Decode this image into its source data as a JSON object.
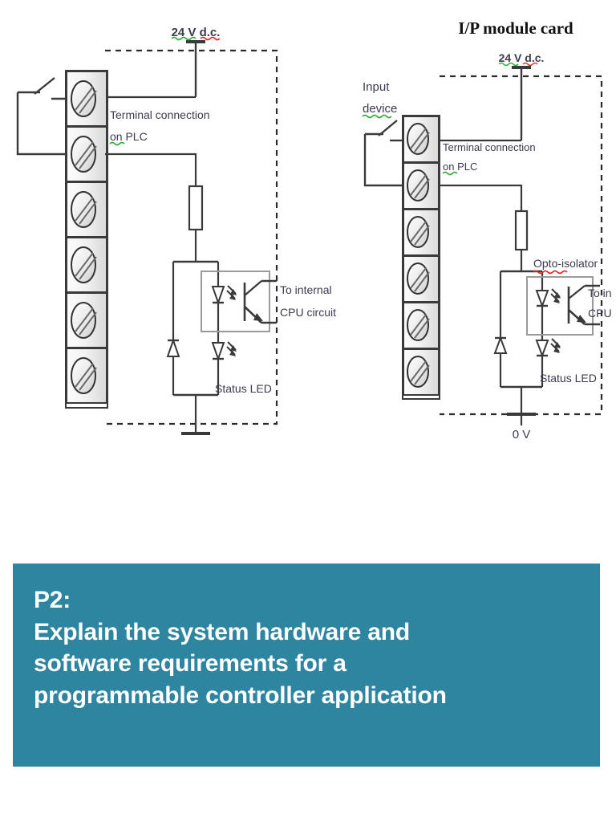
{
  "slide": {
    "background_color": "#ffffff"
  },
  "diagram": {
    "title_right": "I/P module card",
    "left_circuit": {
      "supply_label": "24 V d.c.",
      "terminal_label_line1": "Terminal connection",
      "terminal_label_line2": "on PLC",
      "cpu_label_line1": "To internal",
      "cpu_label_line2": "CPU circuit",
      "status_led_label": "Status LED",
      "terminal_count": 6
    },
    "right_circuit": {
      "input_device_label_line1": "Input",
      "input_device_label_line2": "device",
      "supply_label": "24 V d.c.",
      "terminal_label_line1": "Terminal connection",
      "terminal_label_line2": "on PLC",
      "opto_label": "Opto-isolator",
      "cpu_label_line1": "To in",
      "cpu_label_line2": "CPU",
      "status_led_label": "Status LED",
      "ground_label": "0 V",
      "terminal_count": 6
    },
    "colors": {
      "line": "#3a3a3a",
      "terminal_fill": "#eeeeee",
      "opto_box": "#9a9a9a",
      "label_text": "#3b3b4f",
      "spell_green": "#2fab3d",
      "spell_red": "#e02b2b"
    }
  },
  "callout": {
    "prompt_id": "P2:",
    "body": "Explain the system hardware and\nsoftware requirements for a\nprogrammable controller application",
    "full_text": "P2:\nExplain the system hardware and\nsoftware requirements for a\nprogrammable controller application",
    "background_color": "#2e85a0",
    "text_color": "#ffffff"
  }
}
